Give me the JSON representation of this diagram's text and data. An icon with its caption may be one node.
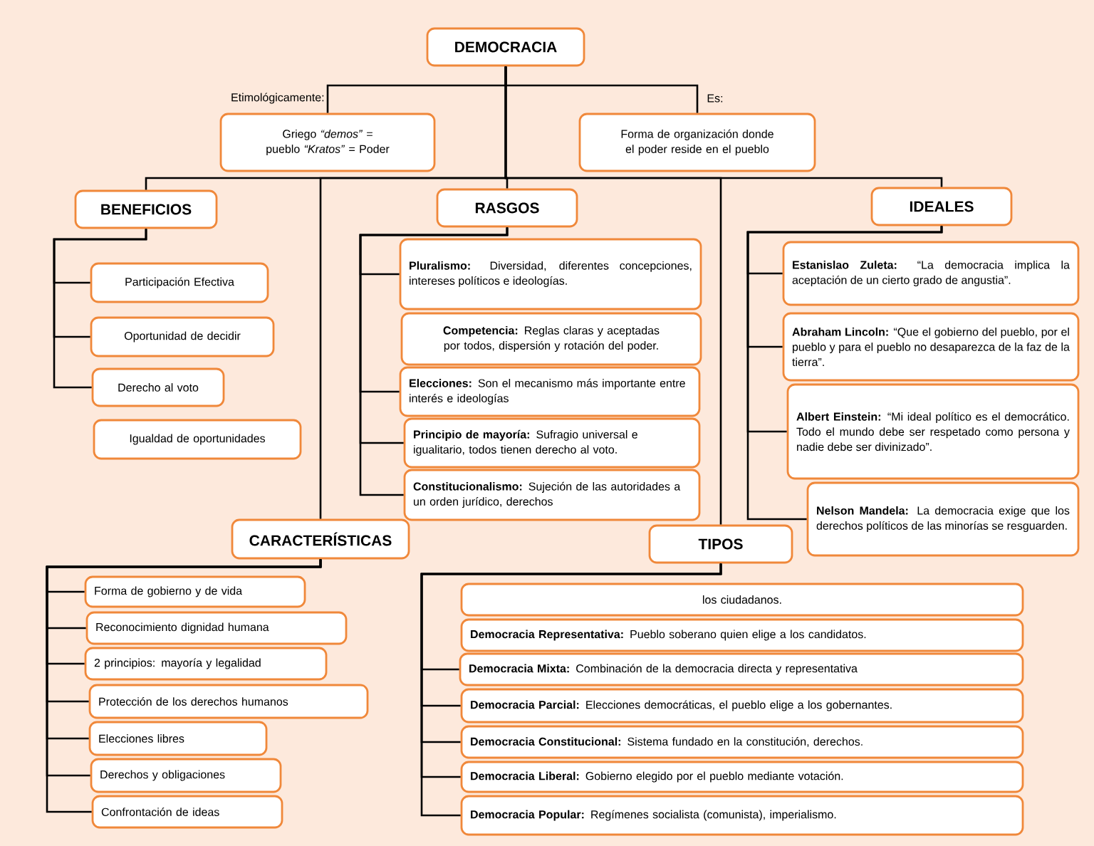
{
  "diagram": {
    "nodes": [
      {
        "text": [
          "DEMOCRACIA"
        ]
      },
      {
        "text": [
          "Griego *“demos”* =  pueblo *“Kratos”* = Poder"
        ],
        "beside": [
          "Etimológicamente:"
        ]
      },
      {
        "text": [
          "Forma de organización donde el poder reside en el pueblo"
        ],
        "beside": [
          "Es:"
        ]
      },
      {
        "text": [
          "BENEFICIOS"
        ]
      },
      {
        "text": [
          "RASGOS"
        ]
      },
      {
        "text": [
          "IDEALES"
        ]
      },
      {
        "text": [
          "Participación Efectiva"
        ]
      },
      {
        "text": [
          "Oportunidad de decidir"
        ]
      },
      {
        "text": [
          "Derecho al voto"
        ]
      },
      {
        "text": [
          "Igualdad de oportunidades"
        ]
      },
      {
        "text": [
          "**Pluralismo:** Diversidad, diferentes concepciones, intereses políticos e ideologías."
        ]
      },
      {
        "text": [
          "**Competencia:** Reglas claras y aceptadas por todos, dispersión y rotación del poder."
        ]
      },
      {
        "text": [
          "**Elecciones:** Son el mecanismo más importante entre interés e ideologías"
        ]
      },
      {
        "text": [
          "**Principio de mayoría:** Sufragio universal e igualitario, todos tienen derecho al voto."
        ]
      },
      {
        "text": [
          "**Constitucionalismo:** Sujeción de las autoridades a un orden jurídico, derechos"
        ]
      },
      {
        "text": [
          "**Estanislao Zuleta:** “La democracia implica la aceptación de un cierto grado de angustia”."
        ]
      },
      {
        "text": [
          "**Abraham Lincoln:** “Que el gobierno del pueblo, por el pueblo y para el pueblo no desaparezca de la faz de la tierra”."
        ]
      },
      {
        "text": [
          "**Albert Einstein:** “Mi ideal político es el democrático. Todo el mundo debe ser respetado como persona y nadie debe ser divinizado”."
        ]
      },
      {
        "text": [
          "**Nelson Mandela:** La democracia exige que los derechos políticos de las minorías se resguarden."
        ]
      },
      {
        "text": [
          "CARACTERÍSTICAS"
        ]
      },
      {
        "text": [
          "TIPOS"
        ]
      },
      {
        "text": [
          "Forma de gobierno y de vida"
        ]
      },
      {
        "text": [
          "Reconocimiento dignidad humana"
        ]
      },
      {
        "text": [
          "2 principios: mayoría y legalidad"
        ]
      },
      {
        "text": [
          "Protección de los derechos humanos"
        ]
      },
      {
        "text": [
          "Elecciones libres"
        ]
      },
      {
        "text": [
          "Derechos y obligaciones"
        ]
      },
      {
        "text": [
          "Confrontación de ideas"
        ]
      },
      {
        "text": [
          "los ciudadanos."
        ]
      },
      {
        "text": [
          "**Democracia Representativa:** Pueblo soberano quien elige a los candidatos."
        ]
      },
      {
        "text": [
          "**Democracia Mixta:** Combinación de la democracia directa y representativa"
        ]
      },
      {
        "text": [
          "**Democracia Parcial:** Elecciones democráticas, el pueblo elige a los gobernantes."
        ]
      },
      {
        "text": [
          "**Democracia Constitucional:** Sistema fundado en la constitución, derechos."
        ]
      },
      {
        "text": [
          "**Democracia Liberal:** Gobierno elegido por el pueblo mediante votación."
        ]
      },
      {
        "text": [
          "**Democracia Popular:** Regímenes socialista (comunista), imperialismo."
        ]
      }
    ],
    "edges": [
      {
        "from": 0,
        "to": 1,
        "arrow": "none"
      },
      {
        "from": 0,
        "to": 2,
        "arrow": "none"
      },
      {
        "from": 0,
        "to": 3,
        "arrow": "none"
      },
      {
        "from": 0,
        "to": 4,
        "arrow": "none"
      },
      {
        "from": 0,
        "to": 5,
        "arrow": "none"
      },
      {
        "from": 0,
        "to": 19,
        "arrow": "none"
      },
      {
        "from": 0,
        "to": 20,
        "arrow": "none"
      },
      {
        "from": 3,
        "to": 6,
        "arrow": "none"
      },
      {
        "from": 3,
        "to": 7,
        "arrow": "none"
      },
      {
        "from": 3,
        "to": 8,
        "arrow": "none"
      },
      {
        "from": 4,
        "to": 10,
        "arrow": "none"
      },
      {
        "from": 4,
        "to": 12,
        "arrow": "none"
      },
      {
        "from": 4,
        "to": 13,
        "arrow": "none"
      },
      {
        "from": 4,
        "to": 14,
        "arrow": "none"
      },
      {
        "from": 5,
        "to": 15,
        "arrow": "none"
      },
      {
        "from": 5,
        "to": 16,
        "arrow": "none"
      },
      {
        "from": 5,
        "to": 17,
        "arrow": "none"
      },
      {
        "from": 5,
        "to": 18,
        "arrow": "none"
      },
      {
        "from": 19,
        "to": 21,
        "arrow": "none"
      },
      {
        "from": 19,
        "to": 22,
        "arrow": "none"
      },
      {
        "from": 19,
        "to": 23,
        "arrow": "none"
      },
      {
        "from": 19,
        "to": 24,
        "arrow": "none"
      },
      {
        "from": 19,
        "to": 25,
        "arrow": "none"
      },
      {
        "from": 19,
        "to": 26,
        "arrow": "none"
      },
      {
        "from": 19,
        "to": 27,
        "arrow": "none"
      },
      {
        "from": 20,
        "to": 30,
        "arrow": "none"
      },
      {
        "from": 20,
        "to": 31,
        "arrow": "none"
      },
      {
        "from": 20,
        "to": 32,
        "arrow": "none"
      },
      {
        "from": 20,
        "to": 33,
        "arrow": "none"
      },
      {
        "from": 20,
        "to": 34,
        "arrow": "none"
      }
    ]
  }
}
